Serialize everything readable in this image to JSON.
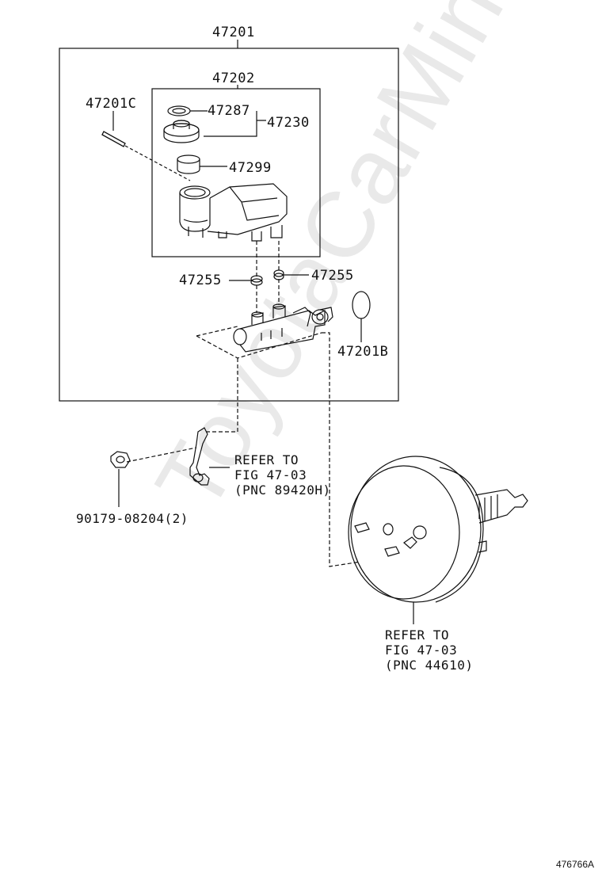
{
  "labels": {
    "assembly": "47201",
    "reservoir_set": "47202",
    "pin": "47201C",
    "cap_strainer": "47287",
    "cap_set": "47230",
    "strainer": "47299",
    "grommet_left": "47255",
    "grommet_right": "47255",
    "gasket": "47201B",
    "nut": "90179-08204(2)",
    "bracket_ref": [
      "REFER TO",
      "FIG 47-03",
      "(PNC 89420H)"
    ],
    "booster_ref": [
      "REFER TO",
      "FIG 47-03",
      "(PNC 44610)"
    ]
  },
  "figure_id": "476766A",
  "watermark": "ToyotaCarMine.ru",
  "colors": {
    "line": "#111111",
    "watermark": "#e9e9e9",
    "background": "#ffffff"
  }
}
